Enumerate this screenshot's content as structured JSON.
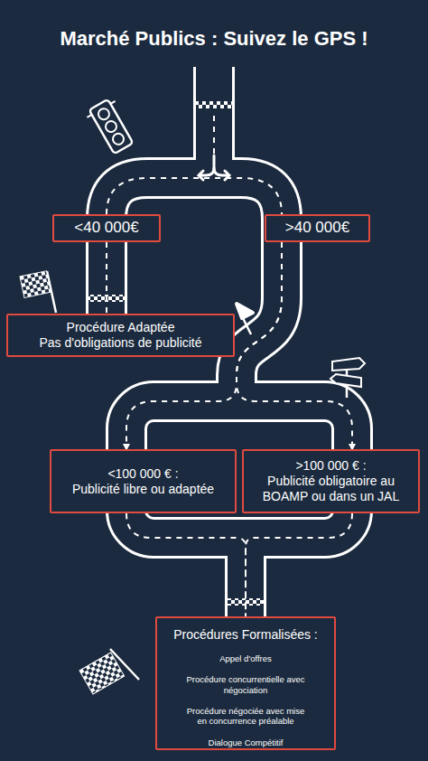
{
  "diagram": {
    "title": "Marché Publics : Suivez le GPS !",
    "nodes": [
      {
        "text": [
          "<40 000€"
        ]
      },
      {
        "text": [
          ">40 000€"
        ]
      },
      {
        "text": [
          "Procédure Adaptée",
          "Pas d'obligations de publicité"
        ]
      },
      {
        "text": [
          "<100 000 € :",
          "Publicité libre ou adaptée"
        ]
      },
      {
        "text": [
          ">100 000 € :",
          "Publicité obligatoire au BOAMP ou dans un JAL"
        ]
      },
      {
        "text": [
          "Procédures Formalisées :",
          "Appel d'offres",
          "Procédure concurrentielle avec négociation",
          "Procédure négociée avec mise en concurrence préalable",
          "Dialogue Compétitif"
        ]
      }
    ],
    "edges": [
      {
        "from": 0,
        "to": 2,
        "arrow": "none"
      },
      {
        "from": 1,
        "to": 3,
        "arrow": "to"
      },
      {
        "from": 1,
        "to": 4,
        "arrow": "to"
      },
      {
        "from": 3,
        "to": 5,
        "arrow": "none"
      },
      {
        "from": 4,
        "to": 5,
        "arrow": "none"
      }
    ]
  }
}
